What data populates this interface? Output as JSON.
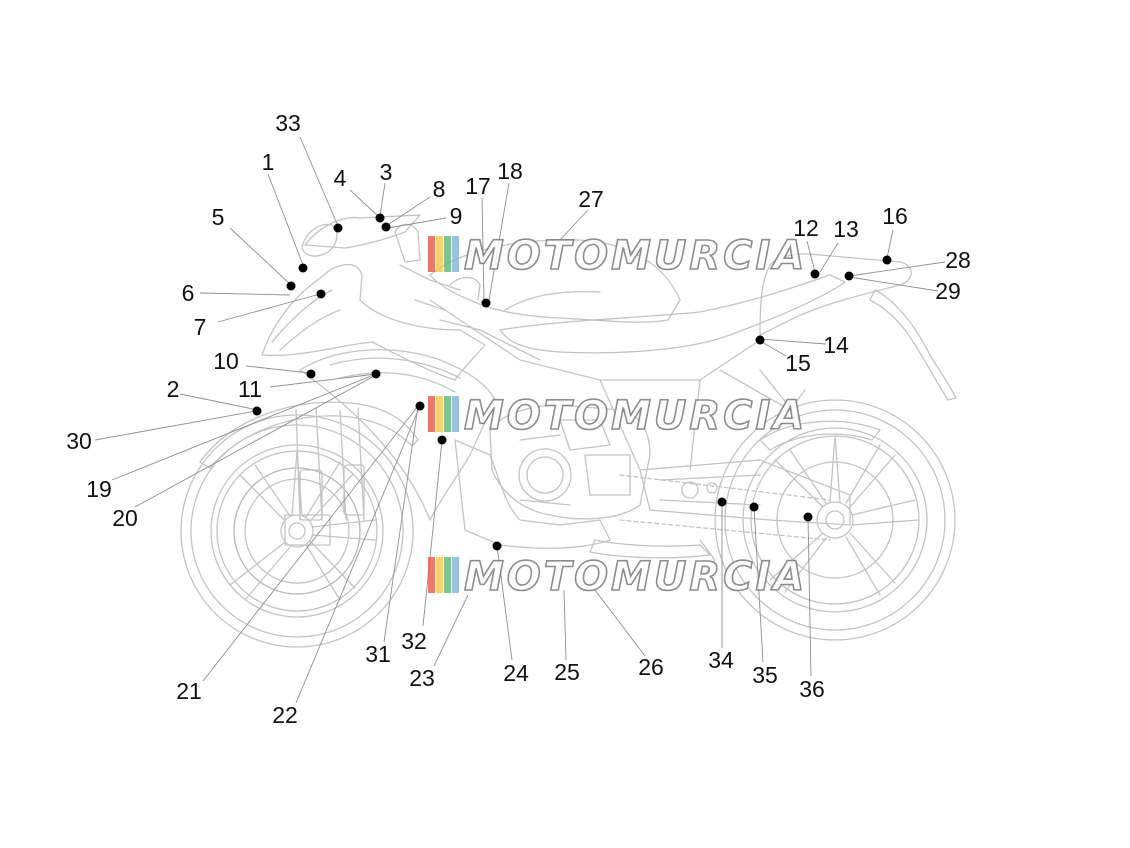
{
  "diagram": {
    "callout_numbers": [
      "1",
      "2",
      "3",
      "4",
      "5",
      "6",
      "7",
      "8",
      "9",
      "10",
      "11",
      "12",
      "13",
      "14",
      "15",
      "16",
      "17",
      "18",
      "19",
      "20",
      "21",
      "22",
      "23",
      "24",
      "25",
      "26",
      "27",
      "28",
      "29",
      "30",
      "31",
      "32",
      "33",
      "34",
      "35",
      "36"
    ]
  },
  "watermark": {
    "text": "MOTOMURCIA",
    "stripe_colors": [
      "#e8564a",
      "#f2c94c",
      "#59b86f",
      "#7fb5d6"
    ]
  },
  "colors": {
    "line_art": "#c9c9c9",
    "leader": "#8a8a8a",
    "marker": "#000000"
  }
}
